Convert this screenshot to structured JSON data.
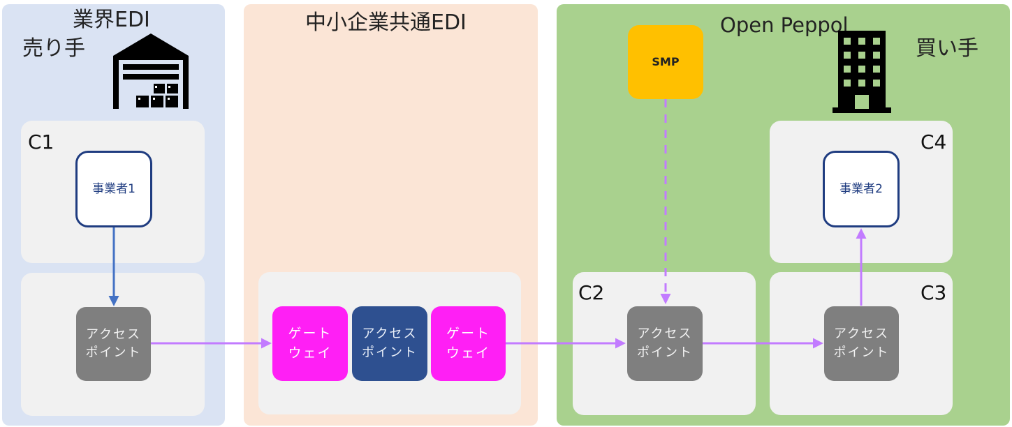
{
  "zones": {
    "industry": {
      "title": "業界EDI",
      "role": "売り手",
      "color": "#dae3f3"
    },
    "sme": {
      "title": "中小企業共通EDI",
      "color": "#fbe5d6"
    },
    "peppol": {
      "title": "Open Peppol",
      "role": "買い手",
      "color": "#a9d18e"
    }
  },
  "corners": {
    "c1": "C1",
    "c2": "C2",
    "c3": "C3",
    "c4": "C4"
  },
  "nodes": {
    "entity1": "事業者1",
    "entity2": "事業者2",
    "smp": "SMP",
    "ap_left": "アクセス\nポイント",
    "gateway_left": "ゲート\nウェイ",
    "ap_middle": "アクセス\nポイント",
    "gateway_right": "ゲート\nウェイ",
    "ap_c2": "アクセス\nポイント",
    "ap_c3": "アクセス\nポイント"
  },
  "icons": {
    "seller": "warehouse-icon",
    "buyer": "office-building-icon"
  },
  "colors": {
    "flow": "#c27bff",
    "flow_blue": "#4472c4",
    "dashed": "#c27bff"
  }
}
